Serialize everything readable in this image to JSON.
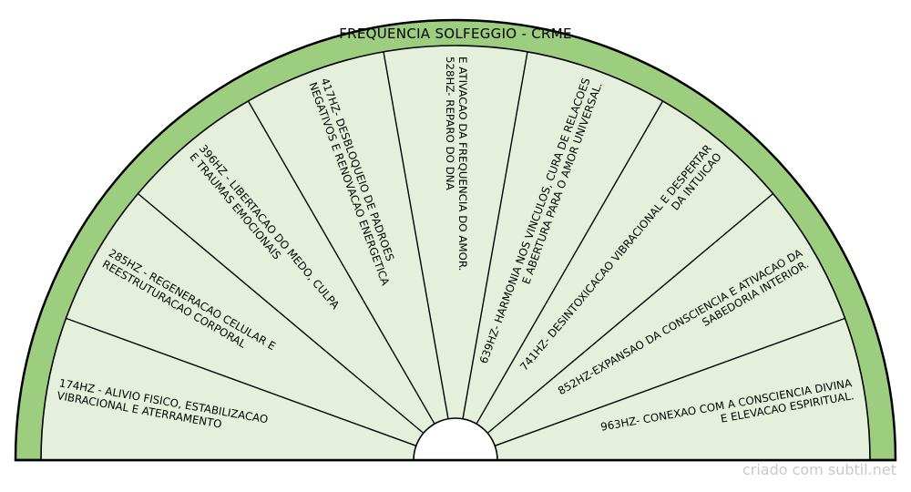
{
  "title": "FREQUENCIA SOLFEGGIO - CRME",
  "watermark": "criado com subtil.net",
  "colors": {
    "ring": "#9dcd7e",
    "sector_fill": "#e4f0db",
    "outline": "#000000",
    "label_text": "#000000",
    "title_text": "#000000",
    "watermark_text": "#c8c8c8",
    "background": "#ffffff",
    "cutout": "#ffffff"
  },
  "sectors": [
    {
      "freq": "174HZ",
      "lines": [
        "174HZ - ALIVIO FISICO, ESTABILIZACAO",
        "VIBRACIONAL E ATERRAMENTO"
      ]
    },
    {
      "freq": "285HZ",
      "lines": [
        "285HZ - REGENERACAO CELULAR E",
        "REESTRUTURACAO CORPORAL"
      ]
    },
    {
      "freq": "396HZ",
      "lines": [
        "396HZ - LIBERTACAO DO MEDO, CULPA",
        "E TRAUMAS EMOCIONAIS"
      ]
    },
    {
      "freq": "417HZ",
      "lines": [
        "417HZ- DESBLOQUEIO DE PADROES",
        "NEGATIVOS E RENOVACAO ENERGETICA"
      ]
    },
    {
      "freq": "528HZ",
      "lines": [
        "528HZ- REPARO DO DNA",
        "E ATIVACAO DA FREQUENCIA DO AMOR."
      ]
    },
    {
      "freq": "639HZ",
      "lines": [
        "639HZ- HARMONIA NOS VINCULOS, CURA DE RELACOES",
        "E ABERTURA PARA O AMOR UNIVERSAL."
      ]
    },
    {
      "freq": "741HZ",
      "lines": [
        "741HZ- DESINTOXICACAO VIBRACIONAL E DESPERTAR",
        "DA INTUICAO"
      ]
    },
    {
      "freq": "852HZ",
      "lines": [
        "852HZ-EXPANSAO DA CONSCIENCIA E ATIVACAO DA",
        "SABEDORIA INTERIOR."
      ]
    },
    {
      "freq": "963HZ",
      "lines": [
        "963HZ- CONEXAO COM A CONSCIENCIA DIVINA",
        "E ELEVACAO ESPIRITUAL."
      ]
    }
  ]
}
